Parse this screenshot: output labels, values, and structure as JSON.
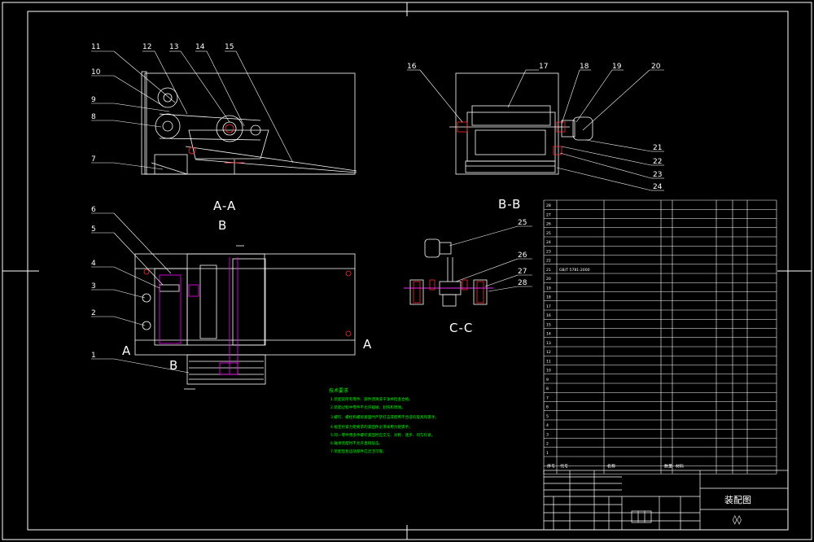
{
  "section_labels": {
    "aa": "A-A",
    "bb": "B-B",
    "cc": "C-C",
    "b_top": "B",
    "b_bottom": "B",
    "a_left": "A",
    "a_right": "A"
  },
  "balloons": {
    "n1": "1",
    "n2": "2",
    "n3": "3",
    "n4": "4",
    "n5": "5",
    "n6": "6",
    "n7": "7",
    "n8": "8",
    "n9": "9",
    "n10": "10",
    "n11": "11",
    "n12": "12",
    "n13": "13",
    "n14": "14",
    "n15": "15",
    "n16": "16",
    "n17": "17",
    "n18": "18",
    "n19": "19",
    "n20": "20",
    "n21": "21",
    "n22": "22",
    "n23": "23",
    "n24": "24",
    "n25": "25",
    "n26": "26",
    "n27": "27",
    "n28": "28"
  },
  "notes": {
    "title": "技术要求",
    "lines": [
      "1.装配前所有零件、部件须清洗干净并检查合格。",
      "2.装配过程中零件不允许磕碰、划伤和锈蚀。",
      "3.螺钉、螺栓和螺母紧固时严禁打击或使用不合适的旋具和扳手。",
      "4.规定拧紧力矩要求的紧固件必须采用力矩扳手。",
      "5.同一零件用多件螺钉紧固时应交叉、对称、逐步、均匀拧紧。",
      "6.轴承装配时不允许直接敲击。",
      "7.装配后各运动部件应灵活可靠。"
    ]
  },
  "bom": {
    "rows": [
      [
        "28",
        "",
        "",
        "",
        ""
      ],
      [
        "27",
        "",
        "",
        "",
        ""
      ],
      [
        "26",
        "",
        "",
        "",
        ""
      ],
      [
        "25",
        "",
        "",
        "",
        ""
      ],
      [
        "24",
        "",
        "",
        "",
        ""
      ],
      [
        "23",
        "",
        "",
        "",
        ""
      ],
      [
        "22",
        "",
        "",
        "",
        ""
      ],
      [
        "21",
        "GB/T 5781-2000",
        "",
        "",
        ""
      ],
      [
        "20",
        "",
        "",
        "",
        ""
      ],
      [
        "19",
        "",
        "",
        "",
        ""
      ],
      [
        "18",
        "",
        "",
        "",
        ""
      ],
      [
        "17",
        "",
        "",
        "",
        ""
      ],
      [
        "16",
        "",
        "",
        "",
        ""
      ],
      [
        "15",
        "",
        "",
        "",
        ""
      ],
      [
        "14",
        "",
        "",
        "",
        ""
      ],
      [
        "13",
        "",
        "",
        "",
        ""
      ],
      [
        "12",
        "",
        "",
        "",
        ""
      ],
      [
        "11",
        "",
        "",
        "",
        ""
      ],
      [
        "10",
        "",
        "",
        "",
        ""
      ],
      [
        "9",
        "",
        "",
        "",
        ""
      ],
      [
        "8",
        "",
        "",
        "",
        ""
      ],
      [
        "7",
        "",
        "",
        "",
        ""
      ],
      [
        "6",
        "",
        "",
        "",
        ""
      ],
      [
        "5",
        "",
        "",
        "",
        ""
      ],
      [
        "4",
        "",
        "",
        "",
        ""
      ],
      [
        "3",
        "",
        "",
        "",
        ""
      ],
      [
        "2",
        "",
        "",
        "",
        ""
      ],
      [
        "1",
        "",
        "",
        "",
        ""
      ]
    ],
    "header": [
      "序号",
      "代号",
      "名称",
      "数量",
      "材料"
    ]
  },
  "title_block": {
    "drawing_name": "装配图",
    "symbol": "◊◊"
  },
  "colors": {
    "line": "#ffffff",
    "highlight": "#ff00ff",
    "notes": "#00ff00",
    "hatch": "#ff2a2a"
  }
}
